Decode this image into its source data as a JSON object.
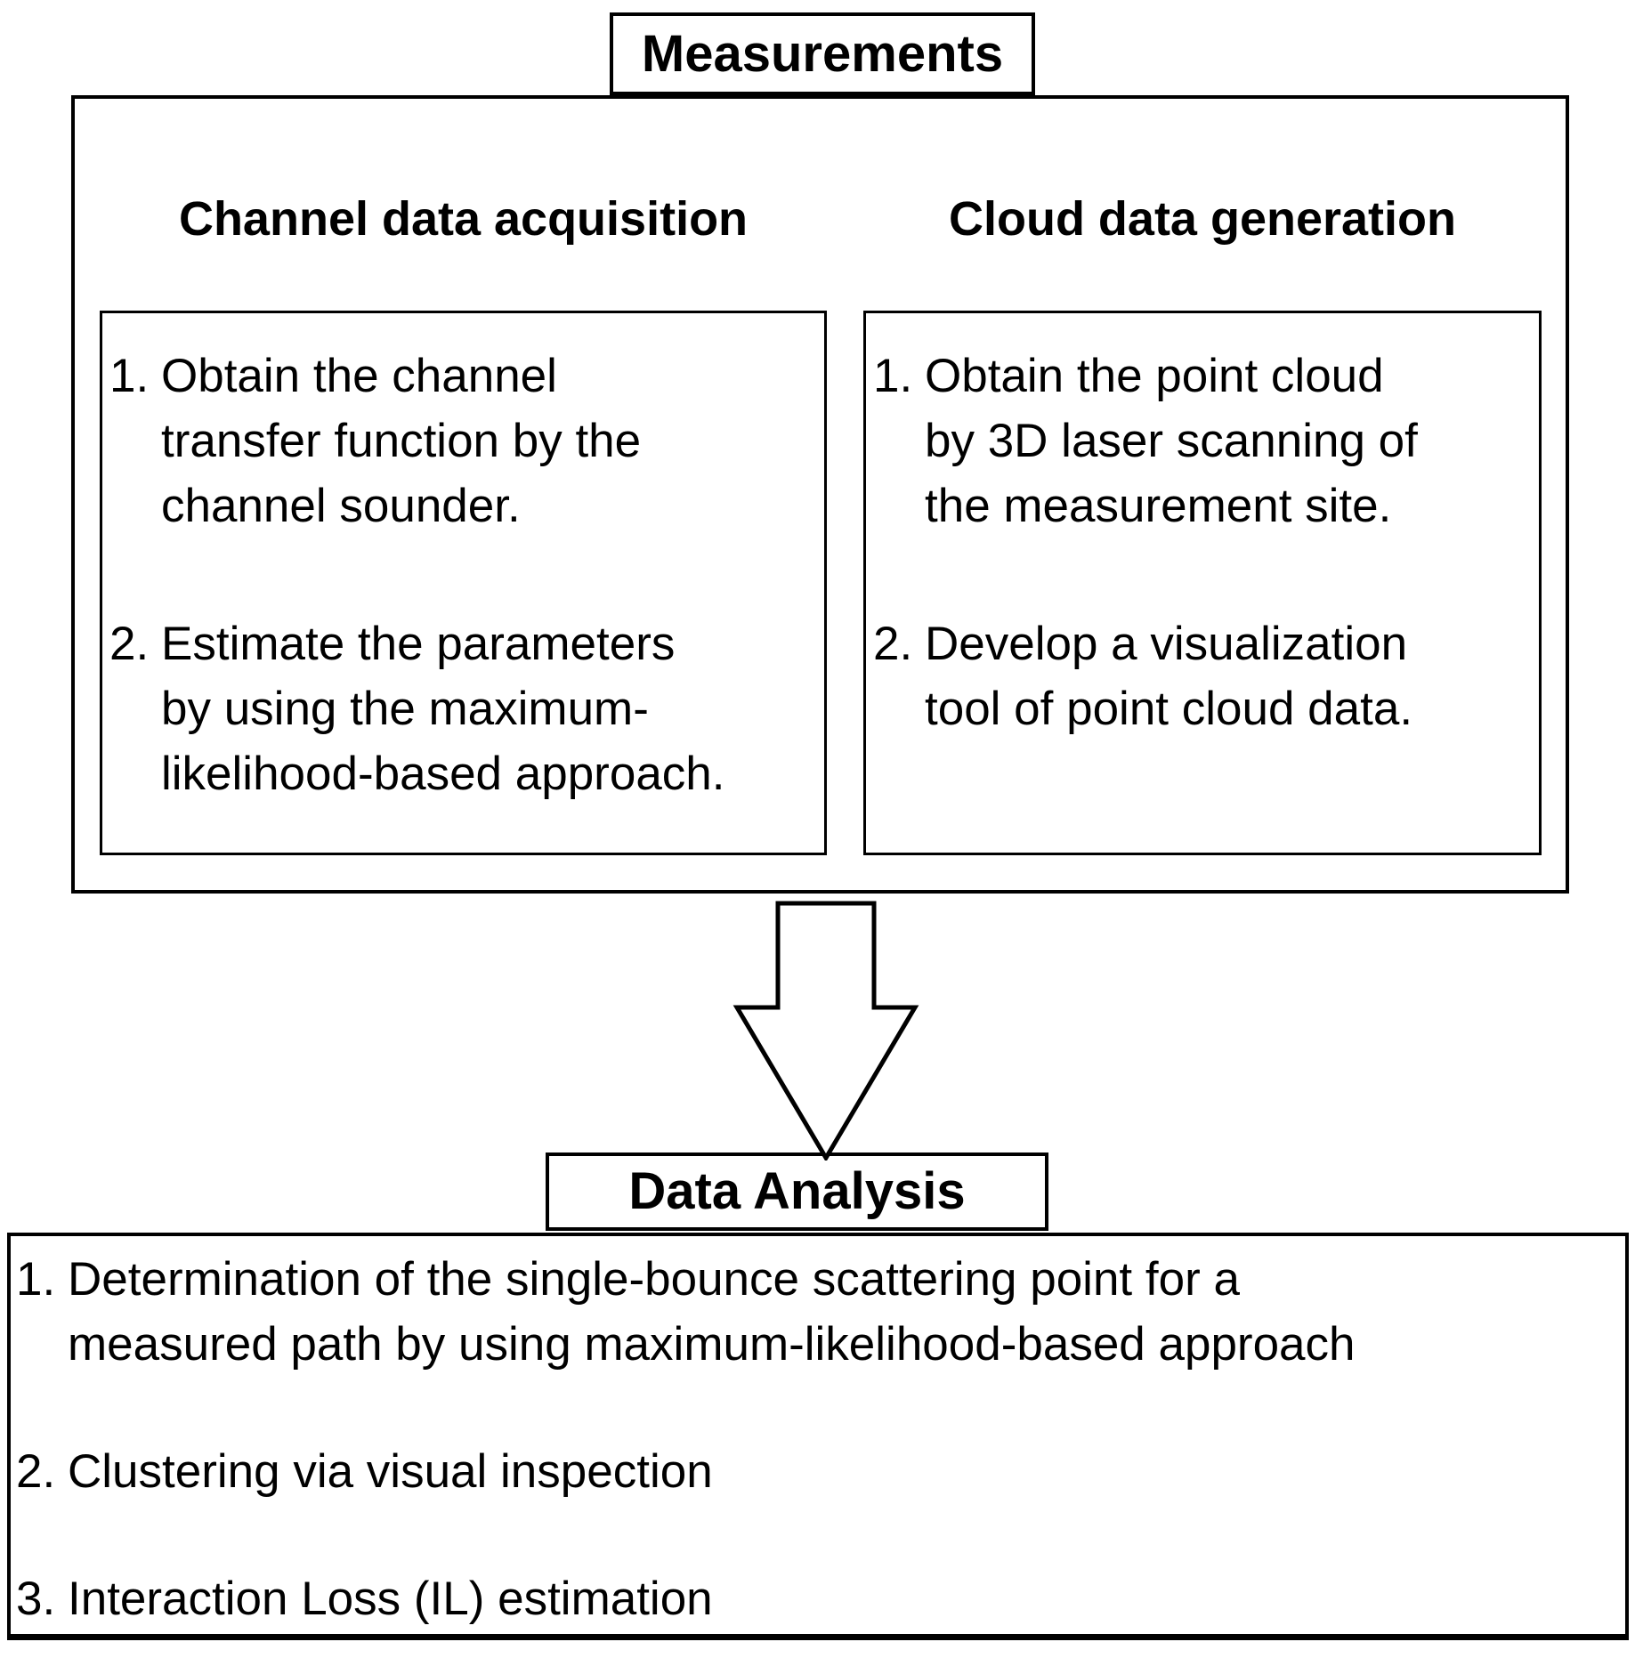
{
  "diagram": {
    "measurements_title": "Measurements",
    "data_analysis_title": "Data Analysis",
    "list_numbers": [
      "1.",
      "2.",
      "3."
    ],
    "columns": [
      {
        "heading": "Channel data acquisition",
        "items": [
          "Obtain the channel\ntransfer function by the\nchannel sounder.",
          "Estimate the parameters\nby using the maximum-\nlikelihood-based approach."
        ]
      },
      {
        "heading": "Cloud data generation",
        "items": [
          "Obtain the point cloud\nby 3D laser scanning of\nthe measurement site.",
          "Develop a visualization\ntool of point cloud data."
        ]
      }
    ],
    "analysis_items": [
      "Determination of the single-bounce scattering point for a\nmeasured path by using maximum-likelihood-based approach",
      "Clustering via visual inspection",
      "Interaction Loss (IL) estimation"
    ],
    "colors": {
      "background": "#ffffff",
      "line": "#000000",
      "text": "#000000"
    }
  }
}
